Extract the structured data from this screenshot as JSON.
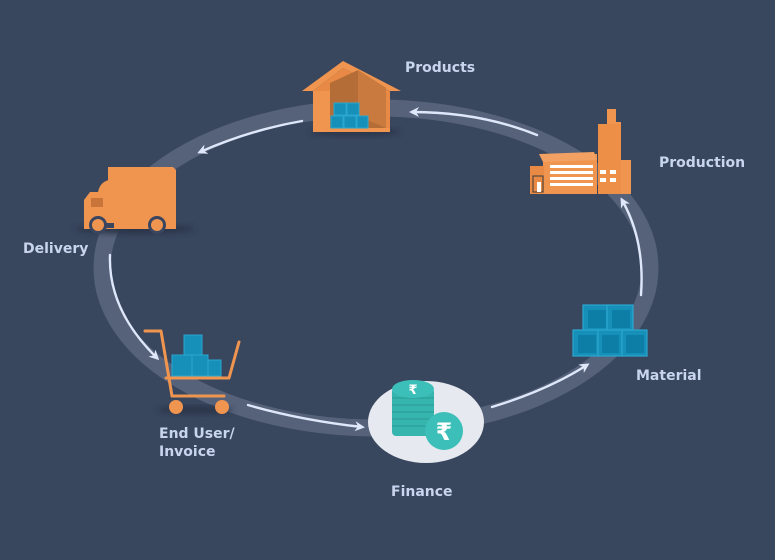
{
  "diagram": {
    "title": "",
    "colors": {
      "background": "#38465e",
      "ring": "#56627a",
      "arrow": "#dfe8fb",
      "orange": "#f0954f",
      "orange_dark": "#c8743a",
      "cube": "#1690b8",
      "cube_light": "#2aa7d1",
      "coin": "#3cbfb8",
      "plate": "#e6e9ef",
      "label": "#c9d4ee"
    },
    "nodes": [
      {
        "id": "products",
        "label": "Products",
        "icon": "warehouse-icon"
      },
      {
        "id": "production",
        "label": "Production",
        "icon": "factory-icon"
      },
      {
        "id": "material",
        "label": "Material",
        "icon": "cubes-icon"
      },
      {
        "id": "finance",
        "label": "Finance",
        "icon": "rupee-coins-icon"
      },
      {
        "id": "end_user",
        "label_line1": "End User/",
        "label_line2": "Invoice",
        "icon": "shopping-cart-icon"
      },
      {
        "id": "delivery",
        "label": "Delivery",
        "icon": "truck-icon"
      }
    ],
    "flow": [
      "Finance → Material",
      "Material → Production",
      "Production → Products",
      "Products → Delivery",
      "Delivery → End User/Invoice",
      "End User/Invoice → Finance"
    ],
    "currency_symbol": "₹"
  }
}
